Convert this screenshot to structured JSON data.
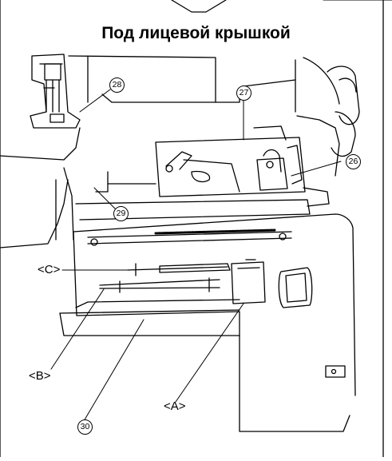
{
  "title": "Под лицевой крышкой",
  "labels": {
    "a": "<A>",
    "b": "<B>",
    "c": "<C>"
  },
  "callouts": {
    "n26": "26",
    "n27": "27",
    "n28": "28",
    "n29": "29",
    "n30": "30"
  }
}
